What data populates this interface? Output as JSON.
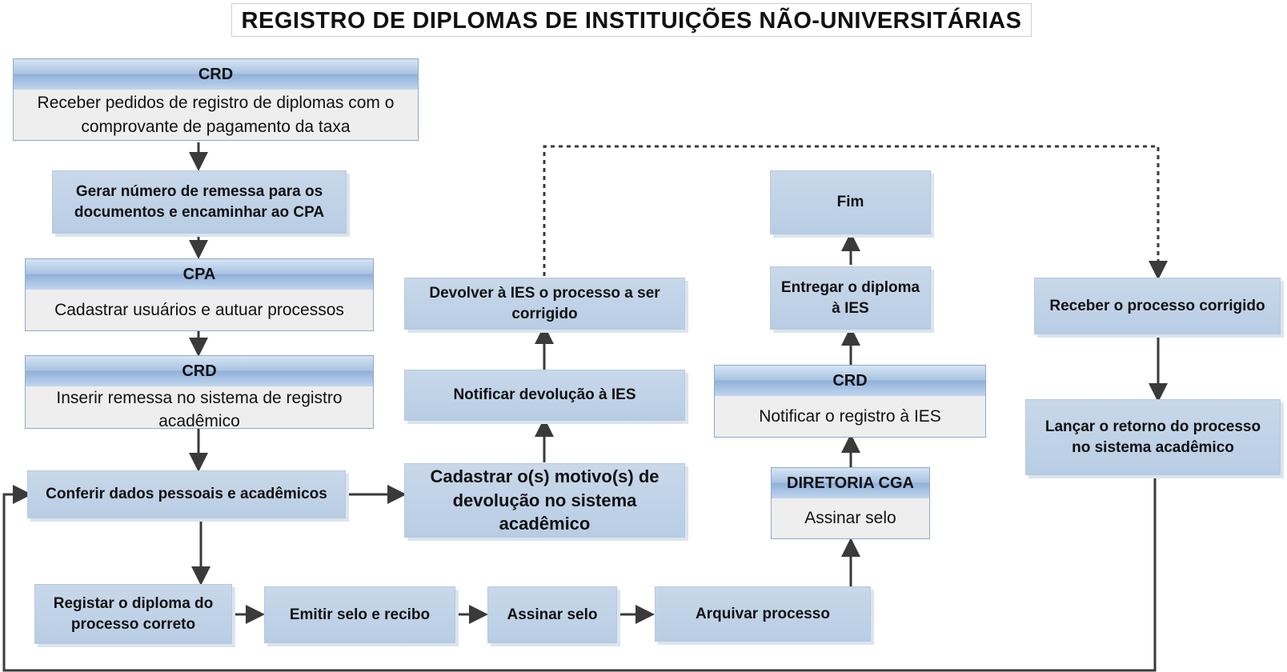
{
  "title": "REGISTRO DE DIPLOMAS DE INSTITUIÇÕES NÃO-UNIVERSITÁRIAS",
  "lanes": {
    "crd_receive": {
      "head": "CRD",
      "text": "Receber pedidos de registro de diplomas com o comprovante de pagamento da taxa"
    },
    "cpa": {
      "head": "CPA",
      "text": "Cadastrar usuários e autuar processos"
    },
    "crd_insert": {
      "head": "CRD",
      "text": "Inserir remessa no sistema de registro acadêmico"
    },
    "crd_notify": {
      "head": "CRD",
      "text": "Notificar o registro à IES"
    },
    "cga": {
      "head": "DIRETORIA CGA",
      "text": "Assinar selo"
    }
  },
  "steps": {
    "gerar": "Gerar número de remessa para os documentos e encaminhar ao CPA",
    "conferir": "Conferir dados pessoais e acadêmicos",
    "registar": "Registar o diploma do processo correto",
    "emitir": "Emitir selo e recibo",
    "assinar": "Assinar selo",
    "arquivar": "Arquivar processo",
    "cadastrar_motivo": "Cadastrar o(s) motivo(s) de devolução no sistema acadêmico",
    "notificar_devolucao": "Notificar devolução à IES",
    "devolver": "Devolver à IES o processo a ser corrigido",
    "receber_corrigido": "Receber o processo corrigido",
    "lancar_retorno": "Lançar o retorno do processo no sistema acadêmico",
    "entregar": "Entregar o diploma à IES",
    "fim": "Fim"
  }
}
